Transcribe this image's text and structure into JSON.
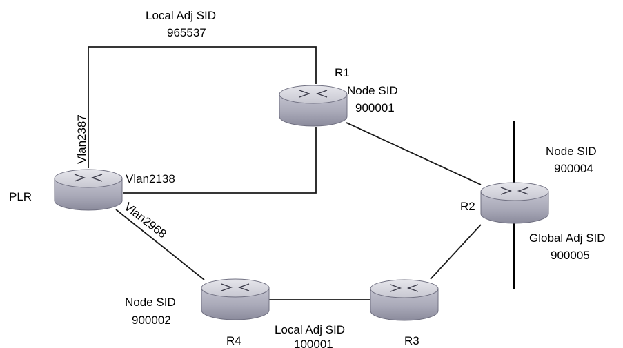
{
  "routers": [
    {
      "id": "plr",
      "label": "PLR"
    },
    {
      "id": "r1",
      "label": "R1"
    },
    {
      "id": "r2",
      "label": "R2"
    },
    {
      "id": "r3",
      "label": "R3"
    },
    {
      "id": "r4",
      "label": "R4"
    }
  ],
  "links": [
    {
      "from": "PLR",
      "to": "R1",
      "label": "Vlan2387",
      "sid_label": "Local Adj SID",
      "sid_value": "965537"
    },
    {
      "from": "PLR",
      "to": "R1",
      "label": "Vlan2138"
    },
    {
      "from": "PLR",
      "to": "R4",
      "label": "Vlan2968"
    },
    {
      "from": "R1",
      "to": "R2"
    },
    {
      "from": "R2",
      "to": "R3"
    },
    {
      "from": "R3",
      "to": "R4",
      "sid_label": "Local Adj SID",
      "sid_value": "100001"
    }
  ],
  "node_sids": [
    {
      "router": "R1",
      "label": "Node SID",
      "value": "900001"
    },
    {
      "router": "R2",
      "label": "Node SID",
      "value": "900004"
    },
    {
      "router": "R4",
      "label": "Node SID",
      "value": "900002"
    }
  ],
  "global_adj_sid": {
    "router": "R2",
    "label": "Global Adj SID",
    "value": "900005"
  }
}
